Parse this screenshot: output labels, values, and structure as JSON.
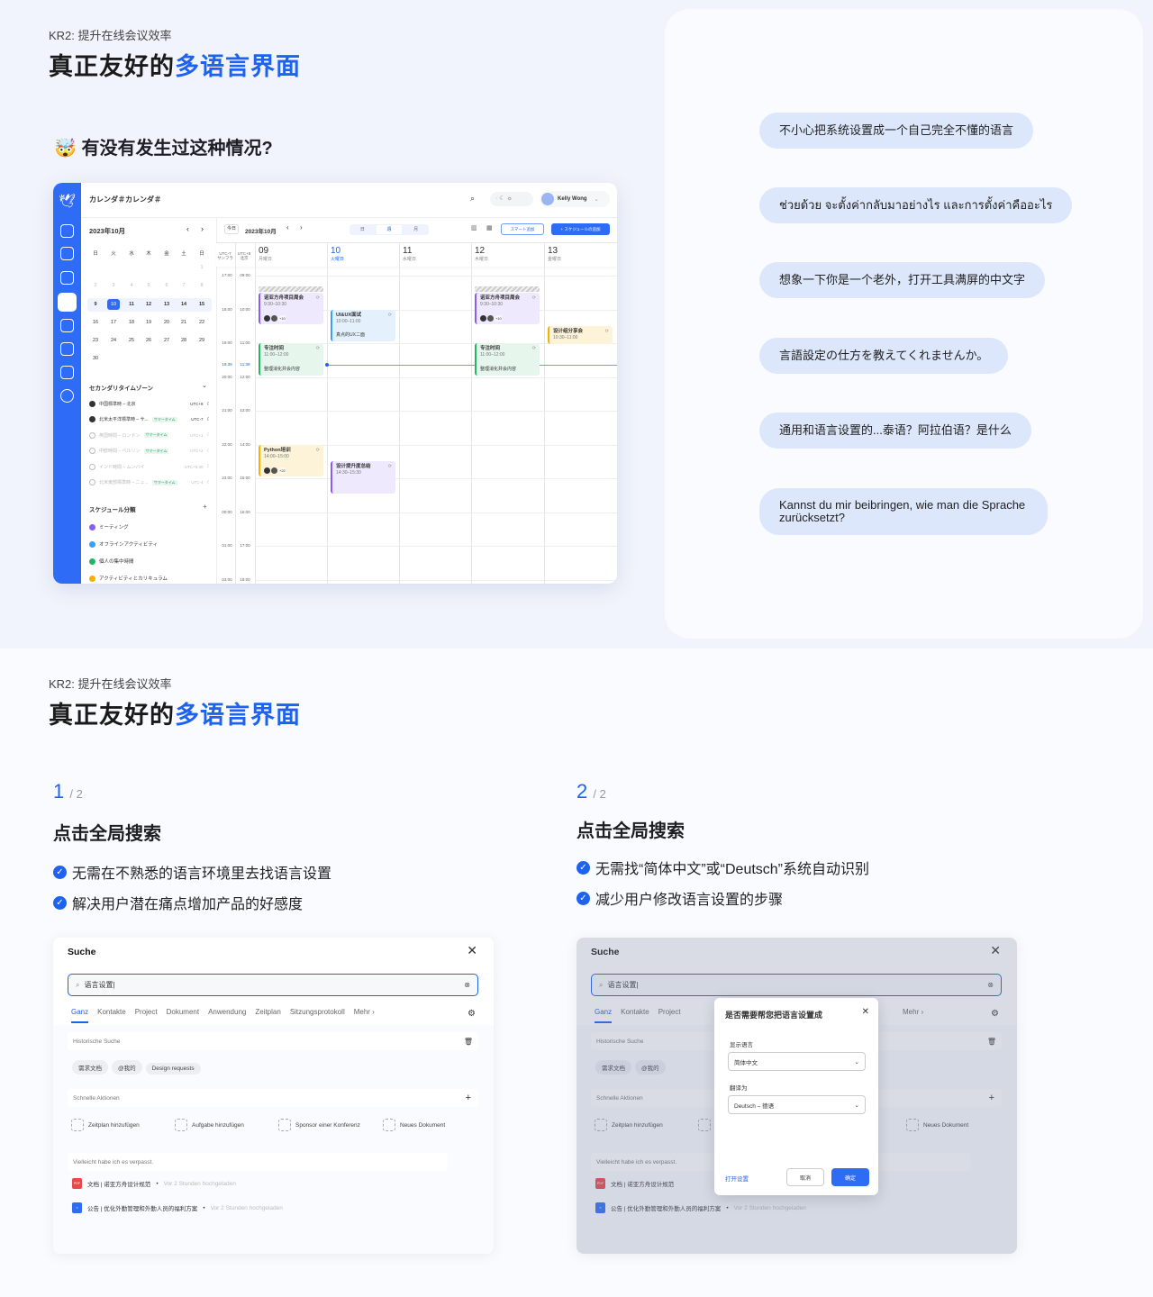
{
  "section1": {
    "kicker": "KR2: 提升在线会议效率",
    "title_plain": "真正友好的",
    "title_accent": "多语言界面",
    "question_emoji": "🤯",
    "question": "有没有发生过这种情况?"
  },
  "bubbles": [
    "不小心把系统设置成一个自己完全不懂的语言",
    "ช่วยด้วย จะตั้งค่ากลับมาอย่างไร และการตั้งค่าคืออะไร",
    "想象一下你是一个老外，打开工具满屏的中文字",
    "言語設定の仕方を教えてくれませんか。",
    "通用和语言设置的...泰语？阿拉伯语？是什么",
    "Kannst du mir beibringen, wie man die Sprache zurücksetzt?"
  ],
  "calendar": {
    "app_title": "カレンダ＃カレンダ＃",
    "user": "Kelly Wong",
    "mini": {
      "month": "2023年10月",
      "weekdays": [
        "日",
        "火",
        "水",
        "木",
        "金",
        "土",
        "日"
      ],
      "days": [
        [
          null,
          null,
          null,
          null,
          null,
          null,
          1
        ],
        [
          2,
          3,
          4,
          5,
          6,
          7,
          8
        ],
        [
          9,
          10,
          11,
          12,
          13,
          14,
          15
        ],
        [
          16,
          17,
          18,
          19,
          20,
          21,
          22
        ],
        [
          23,
          24,
          25,
          26,
          27,
          28,
          29
        ],
        [
          30
        ]
      ],
      "selected": 10
    },
    "toolbar": {
      "today": "今日",
      "month": "2023年10月",
      "views": [
        "日",
        "週",
        "月"
      ],
      "active_view": "週",
      "smart_add": "スマート追加",
      "add_schedule": "+ スケジュールの追加"
    },
    "tz_headers": [
      {
        "utc": "UTC-7",
        "city": "サンフラ"
      },
      {
        "utc": "UTC+8",
        "city": "北京"
      }
    ],
    "days": [
      {
        "num": "09",
        "wd": "月曜日"
      },
      {
        "num": "10",
        "wd": "火曜日",
        "today": true
      },
      {
        "num": "11",
        "wd": "水曜日"
      },
      {
        "num": "12",
        "wd": "木曜日"
      },
      {
        "num": "13",
        "wd": "金曜日"
      }
    ],
    "times": [
      [
        "17:00",
        "09:00"
      ],
      [
        "18:00",
        "10:00"
      ],
      [
        "19:00",
        "11:00"
      ],
      [
        "20:00",
        "12:00"
      ],
      [
        "21:00",
        "13:00"
      ],
      [
        "22:00",
        "14:00"
      ],
      [
        "23:00",
        "15:00"
      ],
      [
        "00:00",
        "16:00"
      ],
      [
        "01:00",
        "17:00"
      ],
      [
        "03:00",
        "18:00"
      ]
    ],
    "now": [
      "19:39",
      "11:39"
    ],
    "events": [
      {
        "day": 0,
        "start": 9.5,
        "end": 10.5,
        "title": "诺亚方舟项目周会",
        "time": "9:30–10:30",
        "color": "#8a5cf6",
        "bg": "#efe9fd",
        "more": "+10"
      },
      {
        "day": 0,
        "start": 11,
        "end": 12,
        "title": "专注时间",
        "time": "11:00–12:00",
        "note": "整理消化并会内容",
        "color": "#22b566",
        "bg": "#e6f6ed"
      },
      {
        "day": 0,
        "start": 14,
        "end": 15,
        "title": "Python培训",
        "time": "14:00–15:00",
        "color": "#f5b000",
        "bg": "#fdf3d9",
        "more": "+22"
      },
      {
        "day": 1,
        "start": 10,
        "end": 11,
        "title": "UI&UX面试",
        "time": "10:00–11:00",
        "note": "真点的UX二面",
        "color": "#3aa0f5",
        "bg": "#e4f1fd"
      },
      {
        "day": 1,
        "start": 14.5,
        "end": 15.5,
        "title": "设计提升度总结",
        "time": "14:30–15:30",
        "color": "#8a5cf6",
        "bg": "#efe9fd"
      },
      {
        "day": 3,
        "start": 9.5,
        "end": 10.5,
        "title": "诺亚方舟项目周会",
        "time": "9:30–10:30",
        "color": "#8a5cf6",
        "bg": "#efe9fd",
        "more": "+10"
      },
      {
        "day": 3,
        "start": 11,
        "end": 12,
        "title": "专注时间",
        "time": "11:00–12:00",
        "note": "整理消化并会内容",
        "color": "#22b566",
        "bg": "#e6f6ed"
      },
      {
        "day": 4,
        "start": 10.5,
        "end": 11,
        "title": "设计组分享会",
        "time": "10:30–11:00",
        "color": "#f5b000",
        "bg": "#fdf3d9"
      }
    ],
    "timezone_title": "セカンダリタイムゾーン",
    "timezones": [
      {
        "name": "中国標準時 – 北京",
        "utc": "UTC+8",
        "on": true
      },
      {
        "name": "北米太平洋標準時 – サ...",
        "tag": "サマータイム",
        "utc": "UTC-7",
        "on": true
      },
      {
        "name": "英国時間 – ロンドン",
        "tag": "サマータイム",
        "utc": "UTC+1",
        "on": false
      },
      {
        "name": "中欧時間 – ベルリン",
        "tag": "サマータイム",
        "utc": "UTC+2",
        "on": false
      },
      {
        "name": "インド時間 – ムンバイ",
        "utc": "UTC+5:30",
        "on": false
      },
      {
        "name": "北米東部標準時 – ニュ...",
        "tag": "サマータイム",
        "utc": "UTC-4",
        "on": false
      }
    ],
    "category_title": "スケジュール分類",
    "categories": [
      {
        "name": "ミーティング",
        "color": "#8a5cf6"
      },
      {
        "name": "オフラインアクティビティ",
        "color": "#3aa0f5"
      },
      {
        "name": "個人の集中時間",
        "color": "#22b566"
      },
      {
        "name": "アクティビティとカリキュラム",
        "color": "#f5b000"
      }
    ]
  },
  "section2": {
    "kicker": "KR2: 提升在线会议效率",
    "title_plain": "真正友好的",
    "title_accent": "多语言界面"
  },
  "steps": [
    {
      "num": "1",
      "total": "/ 2",
      "title": "点击全局搜索",
      "bullets": [
        "无需在不熟悉的语言环境里去找语言设置",
        "解决用户潜在痛点增加产品的好感度"
      ]
    },
    {
      "num": "2",
      "total": "/ 2",
      "title": "点击全局搜索",
      "bullets": [
        "无需找“简体中文”或“Deutsch”系统自动识别",
        "减少用户修改语言设置的步骤"
      ]
    }
  ],
  "search": {
    "title": "Suche",
    "query": "语言设置|",
    "tabs": [
      "Ganz",
      "Kontakte",
      "Project",
      "Dokument",
      "Anwendung",
      "Zeitplan",
      "Sitzungsprotokoll",
      "Mehr ›"
    ],
    "history_label": "Historische Suche",
    "history": [
      "需求文档",
      "@我的",
      "Design requests"
    ],
    "quick_label": "Schnelle Aktionen",
    "quick": [
      "Zeitplan hinzufügen",
      "Aufgabe hinzufügen",
      "Sponsor einer Konferenz",
      "Neues Dokument"
    ],
    "missed_label": "Vielleicht habe ich es verpasst.",
    "recent": [
      {
        "title": "文档 | 诺亚方舟设计规范",
        "time": "Vor 2 Stunden hochgeladen",
        "icon": "pdf-icon",
        "color": "#e84848"
      },
      {
        "title": "公告 | 优化外勤管理和外勤人员的福利方案",
        "time": "Vor 2 Stunden hochgeladen",
        "icon": "notice-icon",
        "color": "#2f6cf6"
      }
    ]
  },
  "dialog": {
    "title": "是否需要帮您把语言设置成",
    "display_label": "显示语言",
    "display_value": "简体中文",
    "translate_label": "翻译为",
    "translate_value": "Deutsch – 德语",
    "open_settings": "打开设置",
    "cancel": "取消",
    "confirm": "确定"
  },
  "colors": {
    "accent": "#1e62f0",
    "bubble": "#dde7fb"
  }
}
